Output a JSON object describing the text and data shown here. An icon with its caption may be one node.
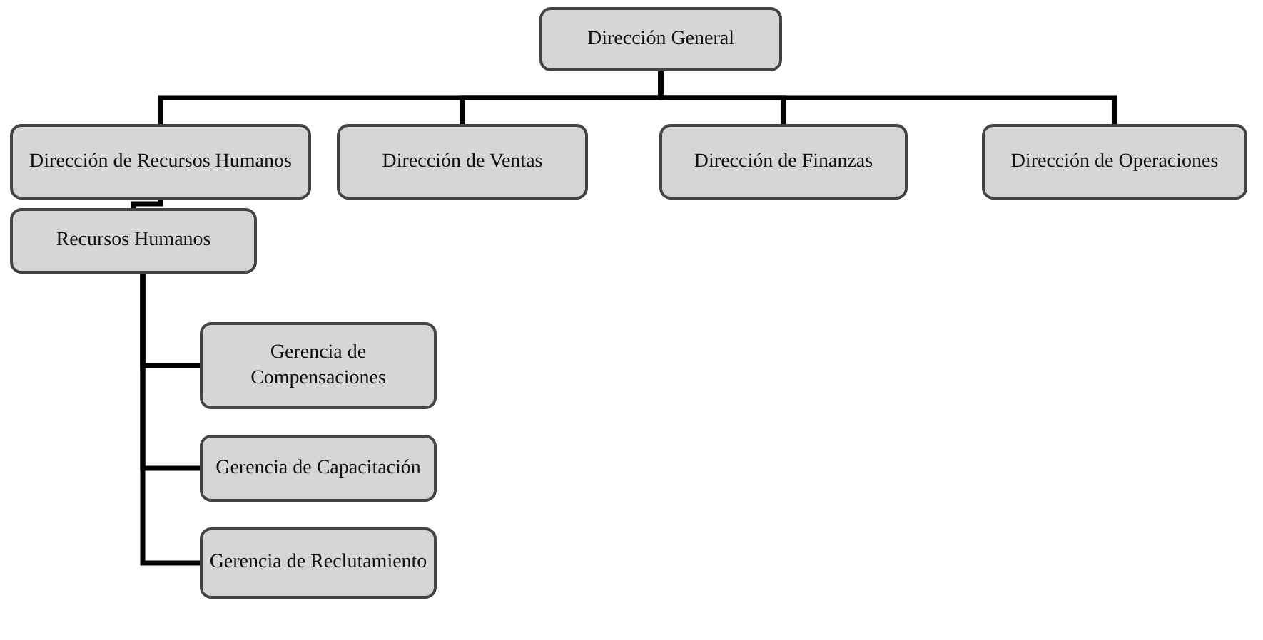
{
  "diagram": {
    "nodes": [
      {
        "text": [
          "Dirección General"
        ]
      },
      {
        "text": [
          "Dirección de Recursos Humanos"
        ]
      },
      {
        "text": [
          "Dirección de Ventas"
        ]
      },
      {
        "text": [
          "Dirección de Finanzas"
        ]
      },
      {
        "text": [
          "Dirección de Operaciones"
        ]
      },
      {
        "text": [
          "Recursos Humanos"
        ]
      },
      {
        "text": [
          "Gerencia de Compensaciones"
        ]
      },
      {
        "text": [
          "Gerencia de Capacitación"
        ]
      },
      {
        "text": [
          "Gerencia de Reclutamiento"
        ]
      }
    ],
    "edges": [
      {
        "from": 0,
        "to": 1,
        "arrow": "none"
      },
      {
        "from": 0,
        "to": 2,
        "arrow": "none"
      },
      {
        "from": 0,
        "to": 3,
        "arrow": "none"
      },
      {
        "from": 0,
        "to": 4,
        "arrow": "none"
      },
      {
        "from": 1,
        "to": 5,
        "arrow": "none"
      },
      {
        "from": 5,
        "to": 6,
        "arrow": "none"
      },
      {
        "from": 5,
        "to": 7,
        "arrow": "none"
      },
      {
        "from": 5,
        "to": 8,
        "arrow": "none"
      }
    ]
  }
}
